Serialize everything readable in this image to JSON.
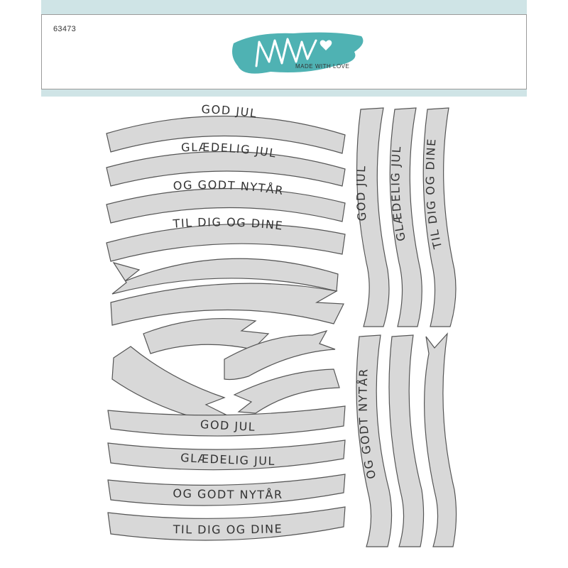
{
  "header": {
    "product_code": "63473",
    "logo_mark": "MW",
    "tagline": "MADE WITH LOVE",
    "accent_color": "#4fb2b3",
    "strip_color": "#cfe4e6"
  },
  "die_color": "#d8d8d8",
  "banners": {
    "top": [
      "GOD JUL",
      "GLÆDELIG JUL",
      "OG GODT NYTÅR",
      "TIL DIG OG DINE"
    ],
    "bottom": [
      "GOD JUL",
      "GLÆDELIG JUL",
      "OG GODT NYTÅR",
      "TIL DIG OG DINE"
    ],
    "vertical_top": [
      "GOD JUL",
      "GLÆDELIG JUL",
      "TIL DIG OG DINE"
    ],
    "vertical_bottom": [
      "OG GODT NYTÅR"
    ]
  }
}
